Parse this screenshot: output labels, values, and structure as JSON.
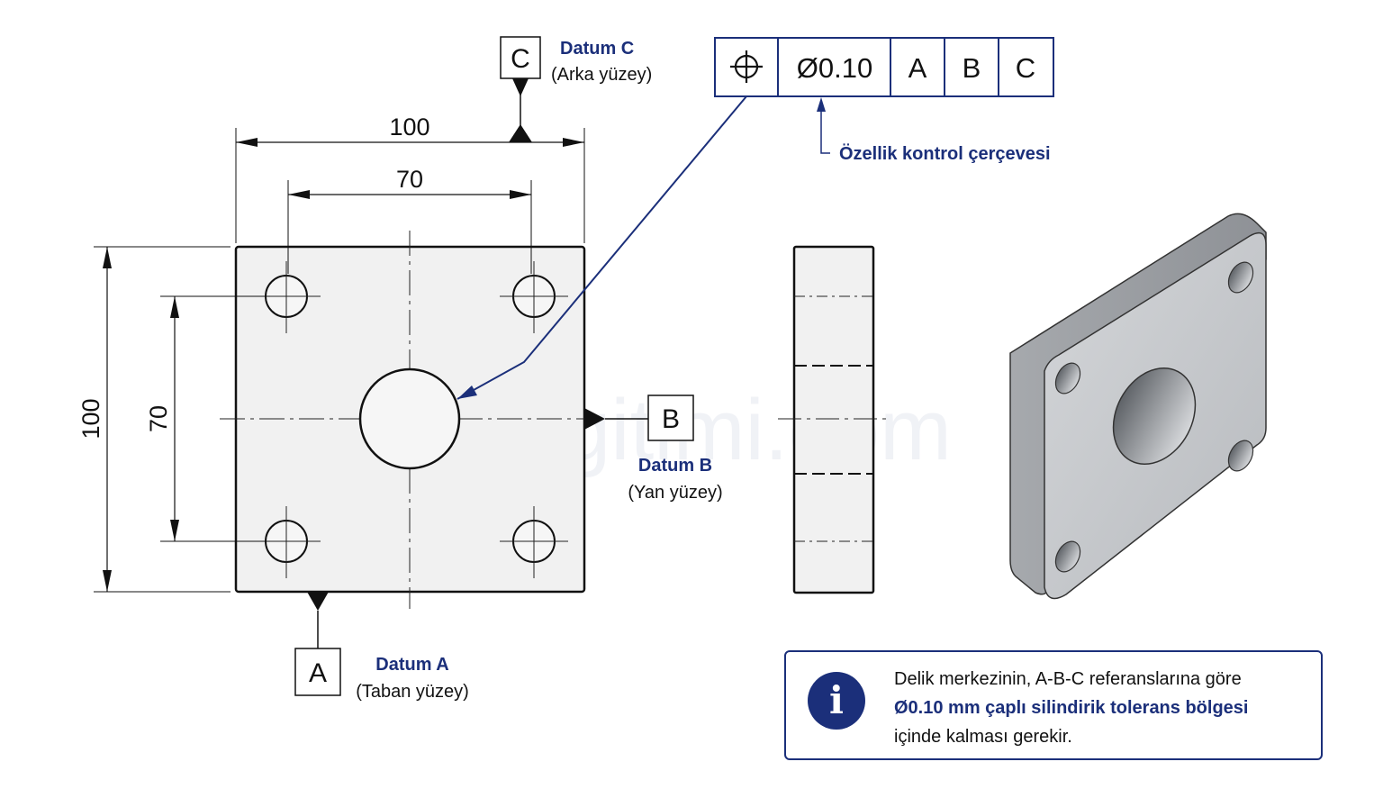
{
  "watermark": "makinaegitimi.com",
  "colors": {
    "accent": "#1b2f7a",
    "line": "#111111"
  },
  "dimensions": {
    "overall_width": "100",
    "hole_spacing_x": "70",
    "overall_height": "100",
    "hole_spacing_y": "70"
  },
  "datums": {
    "a": {
      "letter": "A",
      "title": "Datum A",
      "subtitle": "(Taban yüzey)"
    },
    "b": {
      "letter": "B",
      "title": "Datum B",
      "subtitle": "(Yan yüzey)"
    },
    "c": {
      "letter": "C",
      "title": "Datum C",
      "subtitle": "(Arka yüzey)"
    }
  },
  "fcf": {
    "symbol_icon": "position-icon",
    "tolerance": "Ø0.10",
    "datum1": "A",
    "datum2": "B",
    "datum3": "C",
    "callout": "Özellik kontrol çerçevesi"
  },
  "info": {
    "icon": "info-icon",
    "icon_glyph": "i",
    "line1": "Delik merkezinin, A-B-C referanslarına göre",
    "line2": "Ø0.10 mm çaplı silindirik tolerans bölgesi",
    "line3": "içinde kalması gerekir."
  }
}
